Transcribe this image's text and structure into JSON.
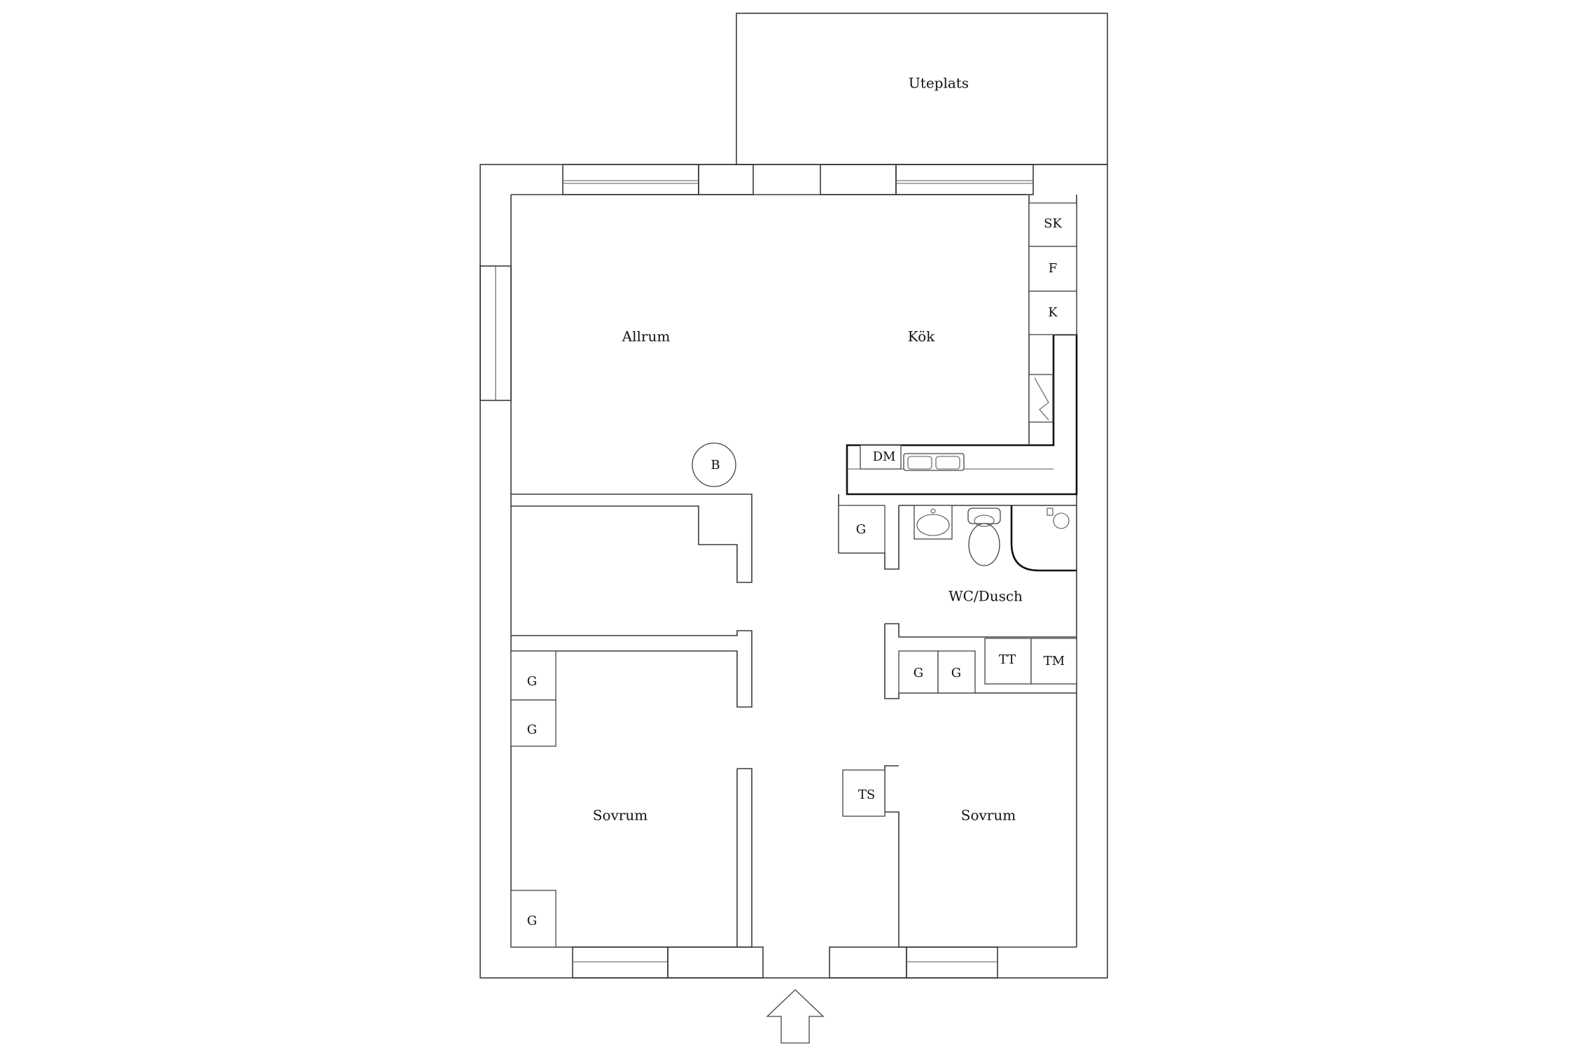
{
  "rooms": {
    "uteplats": "Uteplats",
    "allrum": "Allrum",
    "kok": "Kök",
    "wc_dusch": "WC/Dusch",
    "sovrum_left": "Sovrum",
    "sovrum_right": "Sovrum"
  },
  "fixtures": {
    "sk": "SK",
    "f": "F",
    "k": "K",
    "dm": "DM",
    "b": "B",
    "g_hall": "G",
    "g_laundry_1": "G",
    "g_laundry_2": "G",
    "tt": "TT",
    "tm": "TM",
    "g_bed_left_1": "G",
    "g_bed_left_2": "G",
    "g_bed_left_3": "G",
    "ts": "TS"
  },
  "icons": {
    "entrance": "entrance-arrow-icon",
    "sink": "sink-icon",
    "toilet": "toilet-icon",
    "shower": "shower-icon",
    "stove": "stove-icon",
    "kitchen_sink": "double-sink-icon"
  }
}
